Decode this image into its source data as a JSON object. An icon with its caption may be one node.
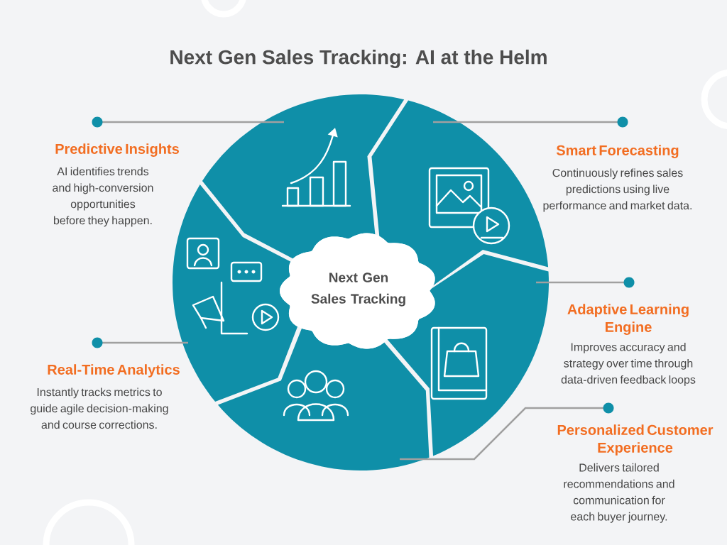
{
  "diagram": {
    "title": "Next Gen Sales Tracking: AI at the Helm",
    "nodes": [
      {
        "text": [
          "Next Gen Sales Tracking"
        ]
      },
      {
        "text": [],
        "shape": "picture"
      },
      {
        "text": [],
        "shape": "picture"
      },
      {
        "text": [],
        "shape": "picture"
      },
      {
        "text": [],
        "shape": "picture"
      },
      {
        "text": [],
        "shape": "picture"
      },
      {
        "text": [
          "Predictive Insights",
          "AI identifies trends and high-conversion opportunities before they happen."
        ]
      },
      {
        "text": [
          "Smart Forecasting",
          "Continuously refines sales predictions using live performance and market data."
        ]
      },
      {
        "text": [
          "Adaptive Learning Engine",
          "Improves accuracy and strategy over time through data-driven feedback loops"
        ]
      },
      {
        "text": [
          "Real-Time Analytics",
          "Instantly tracks metrics to guide agile decision-making and course corrections."
        ]
      },
      {
        "text": [
          "Personalized Customer Experience",
          "Delivers tailored recommendations and communication for each buyer journey."
        ]
      }
    ],
    "edges": [
      {
        "from": 6,
        "to": 1,
        "arrow": "other"
      },
      {
        "from": 7,
        "to": 2,
        "arrow": "other"
      },
      {
        "from": 8,
        "to": 3,
        "arrow": "other"
      },
      {
        "from": 9,
        "to": 5,
        "arrow": "other"
      },
      {
        "from": 10,
        "to": 4,
        "arrow": "other"
      }
    ]
  }
}
